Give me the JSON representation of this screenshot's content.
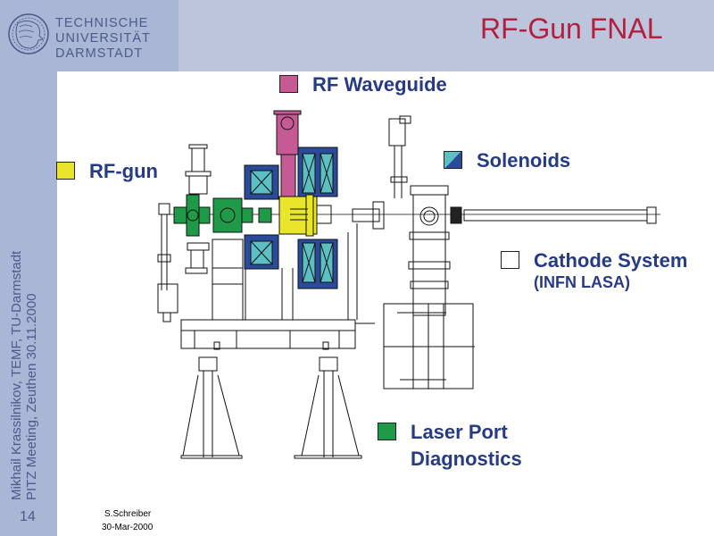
{
  "header": {
    "university_lines": [
      "TECHNISCHE",
      "UNIVERSITÄT",
      "DARMSTADT"
    ],
    "logo_icon": "athena-seal-logo",
    "title": "RF-Gun FNAL"
  },
  "sidebar": {
    "author_line": "Mikhail Krassilnikov, TEMF, TU-Darmstadt",
    "meeting_line": "PITZ Meeting, Zeuthen 30.11.2000",
    "page_number": "14"
  },
  "legend": [
    {
      "id": "rf-waveguide",
      "label": "RF Waveguide",
      "sublabel": null,
      "color": "#c55a94"
    },
    {
      "id": "rf-gun",
      "label": "RF-gun",
      "sublabel": null,
      "color": "#e8e52a"
    },
    {
      "id": "solenoids",
      "label": "Solenoids",
      "sublabel": null,
      "color": "#2a4a9a",
      "color2": "#5bbfc4"
    },
    {
      "id": "cathode-system",
      "label": "Cathode System",
      "sublabel": "(INFN LASA)",
      "color": "#ffffff"
    },
    {
      "id": "laser-port",
      "label": "Laser Port",
      "sublabel": "Diagnostics",
      "color": "#1e9a48"
    }
  ],
  "credit": {
    "author": "S.Schreiber",
    "date": "30-Mar-2000"
  },
  "colors": {
    "title": "#b2203f",
    "label_text": "#253b86",
    "frame": "#a9b6d6",
    "solenoid_dark": "#2a4a9a",
    "solenoid_light": "#5bbfc4",
    "gun_yellow": "#e8e52a",
    "waveguide_pink": "#c55a94",
    "diag_green": "#1e9a48"
  }
}
